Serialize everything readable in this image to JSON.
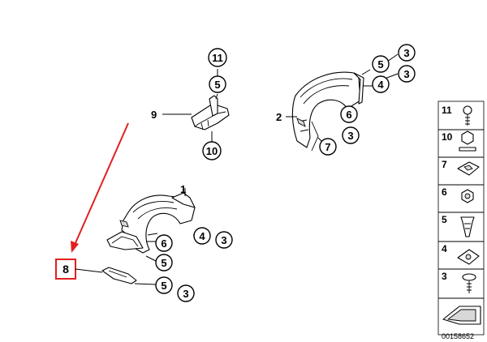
{
  "callouts": {
    "bracket_part_no": "9",
    "bracket_screw": "11",
    "bracket_clip": "5",
    "bracket_nut": "10",
    "rear_liner_part_no": "2",
    "rear_top_clip": "5",
    "rear_top_screw": "3",
    "rear_mid_nut": "4",
    "rear_mid_screw": "3",
    "rear_lower_nut": "6",
    "rear_lower_screw": "3",
    "rear_clip": "7",
    "front_liner_part_no": "1",
    "front_right_nut": "4",
    "front_right_screw": "3",
    "front_mid_nut": "6",
    "front_mid_clip": "5",
    "front_bottom_clip": "5",
    "front_bottom_screw": "3"
  },
  "highlight": {
    "label": "8",
    "color": "#e0201e"
  },
  "legend": {
    "items": [
      "11",
      "10",
      "7",
      "6",
      "5",
      "4",
      "3"
    ]
  },
  "reference_number": "00158652"
}
